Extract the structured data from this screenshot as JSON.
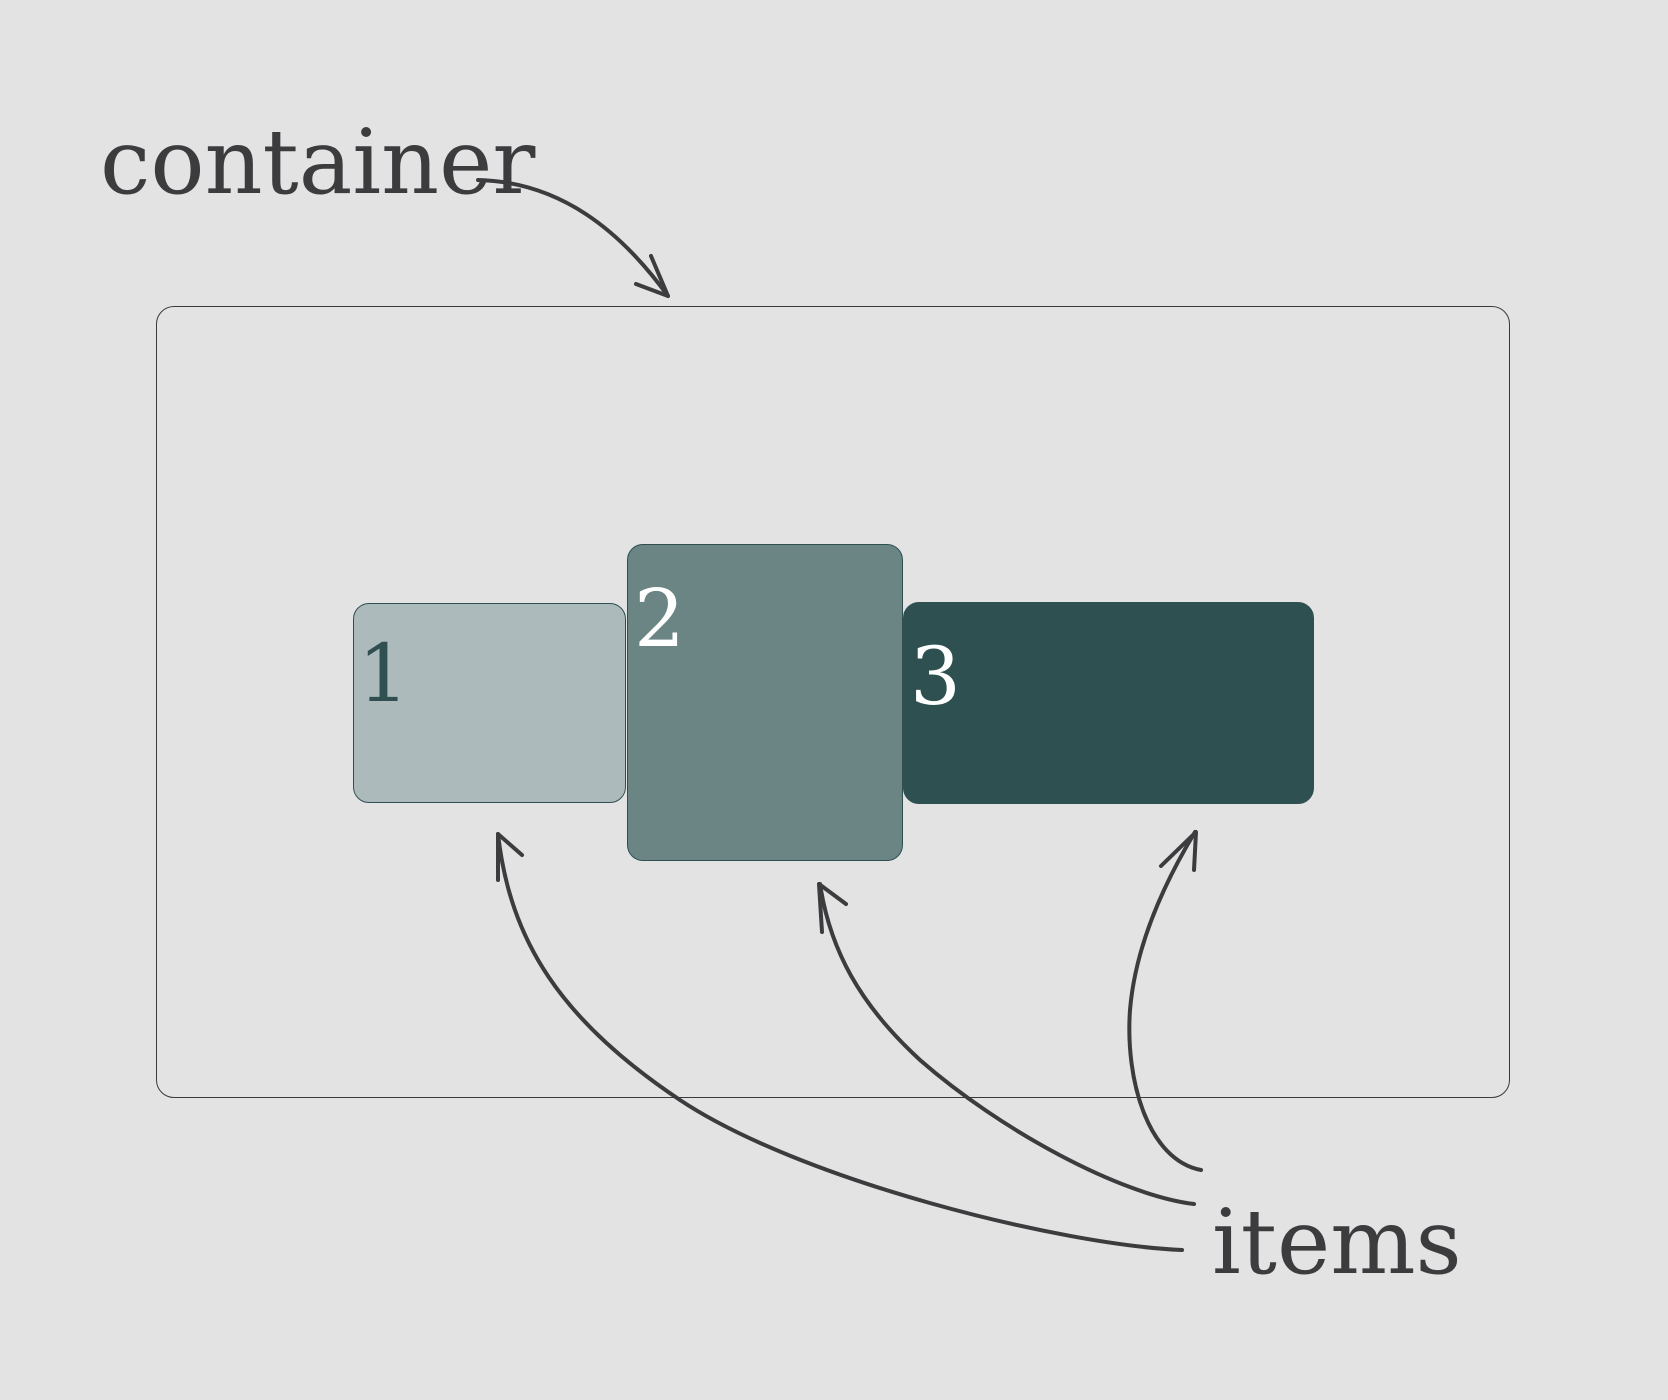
{
  "labels": {
    "container": "container",
    "items": "items"
  },
  "items": [
    {
      "number": "1",
      "fill": "#acbabb",
      "text_color": "#2f4f50"
    },
    {
      "number": "2",
      "fill": "#6b8585",
      "text_color": "#ffffff"
    },
    {
      "number": "3",
      "fill": "#2f5050",
      "text_color": "#ffffff"
    }
  ],
  "colors": {
    "background": "#e3e3e3",
    "outline": "#3a3a3d",
    "arrow": "#3c3c3f"
  }
}
